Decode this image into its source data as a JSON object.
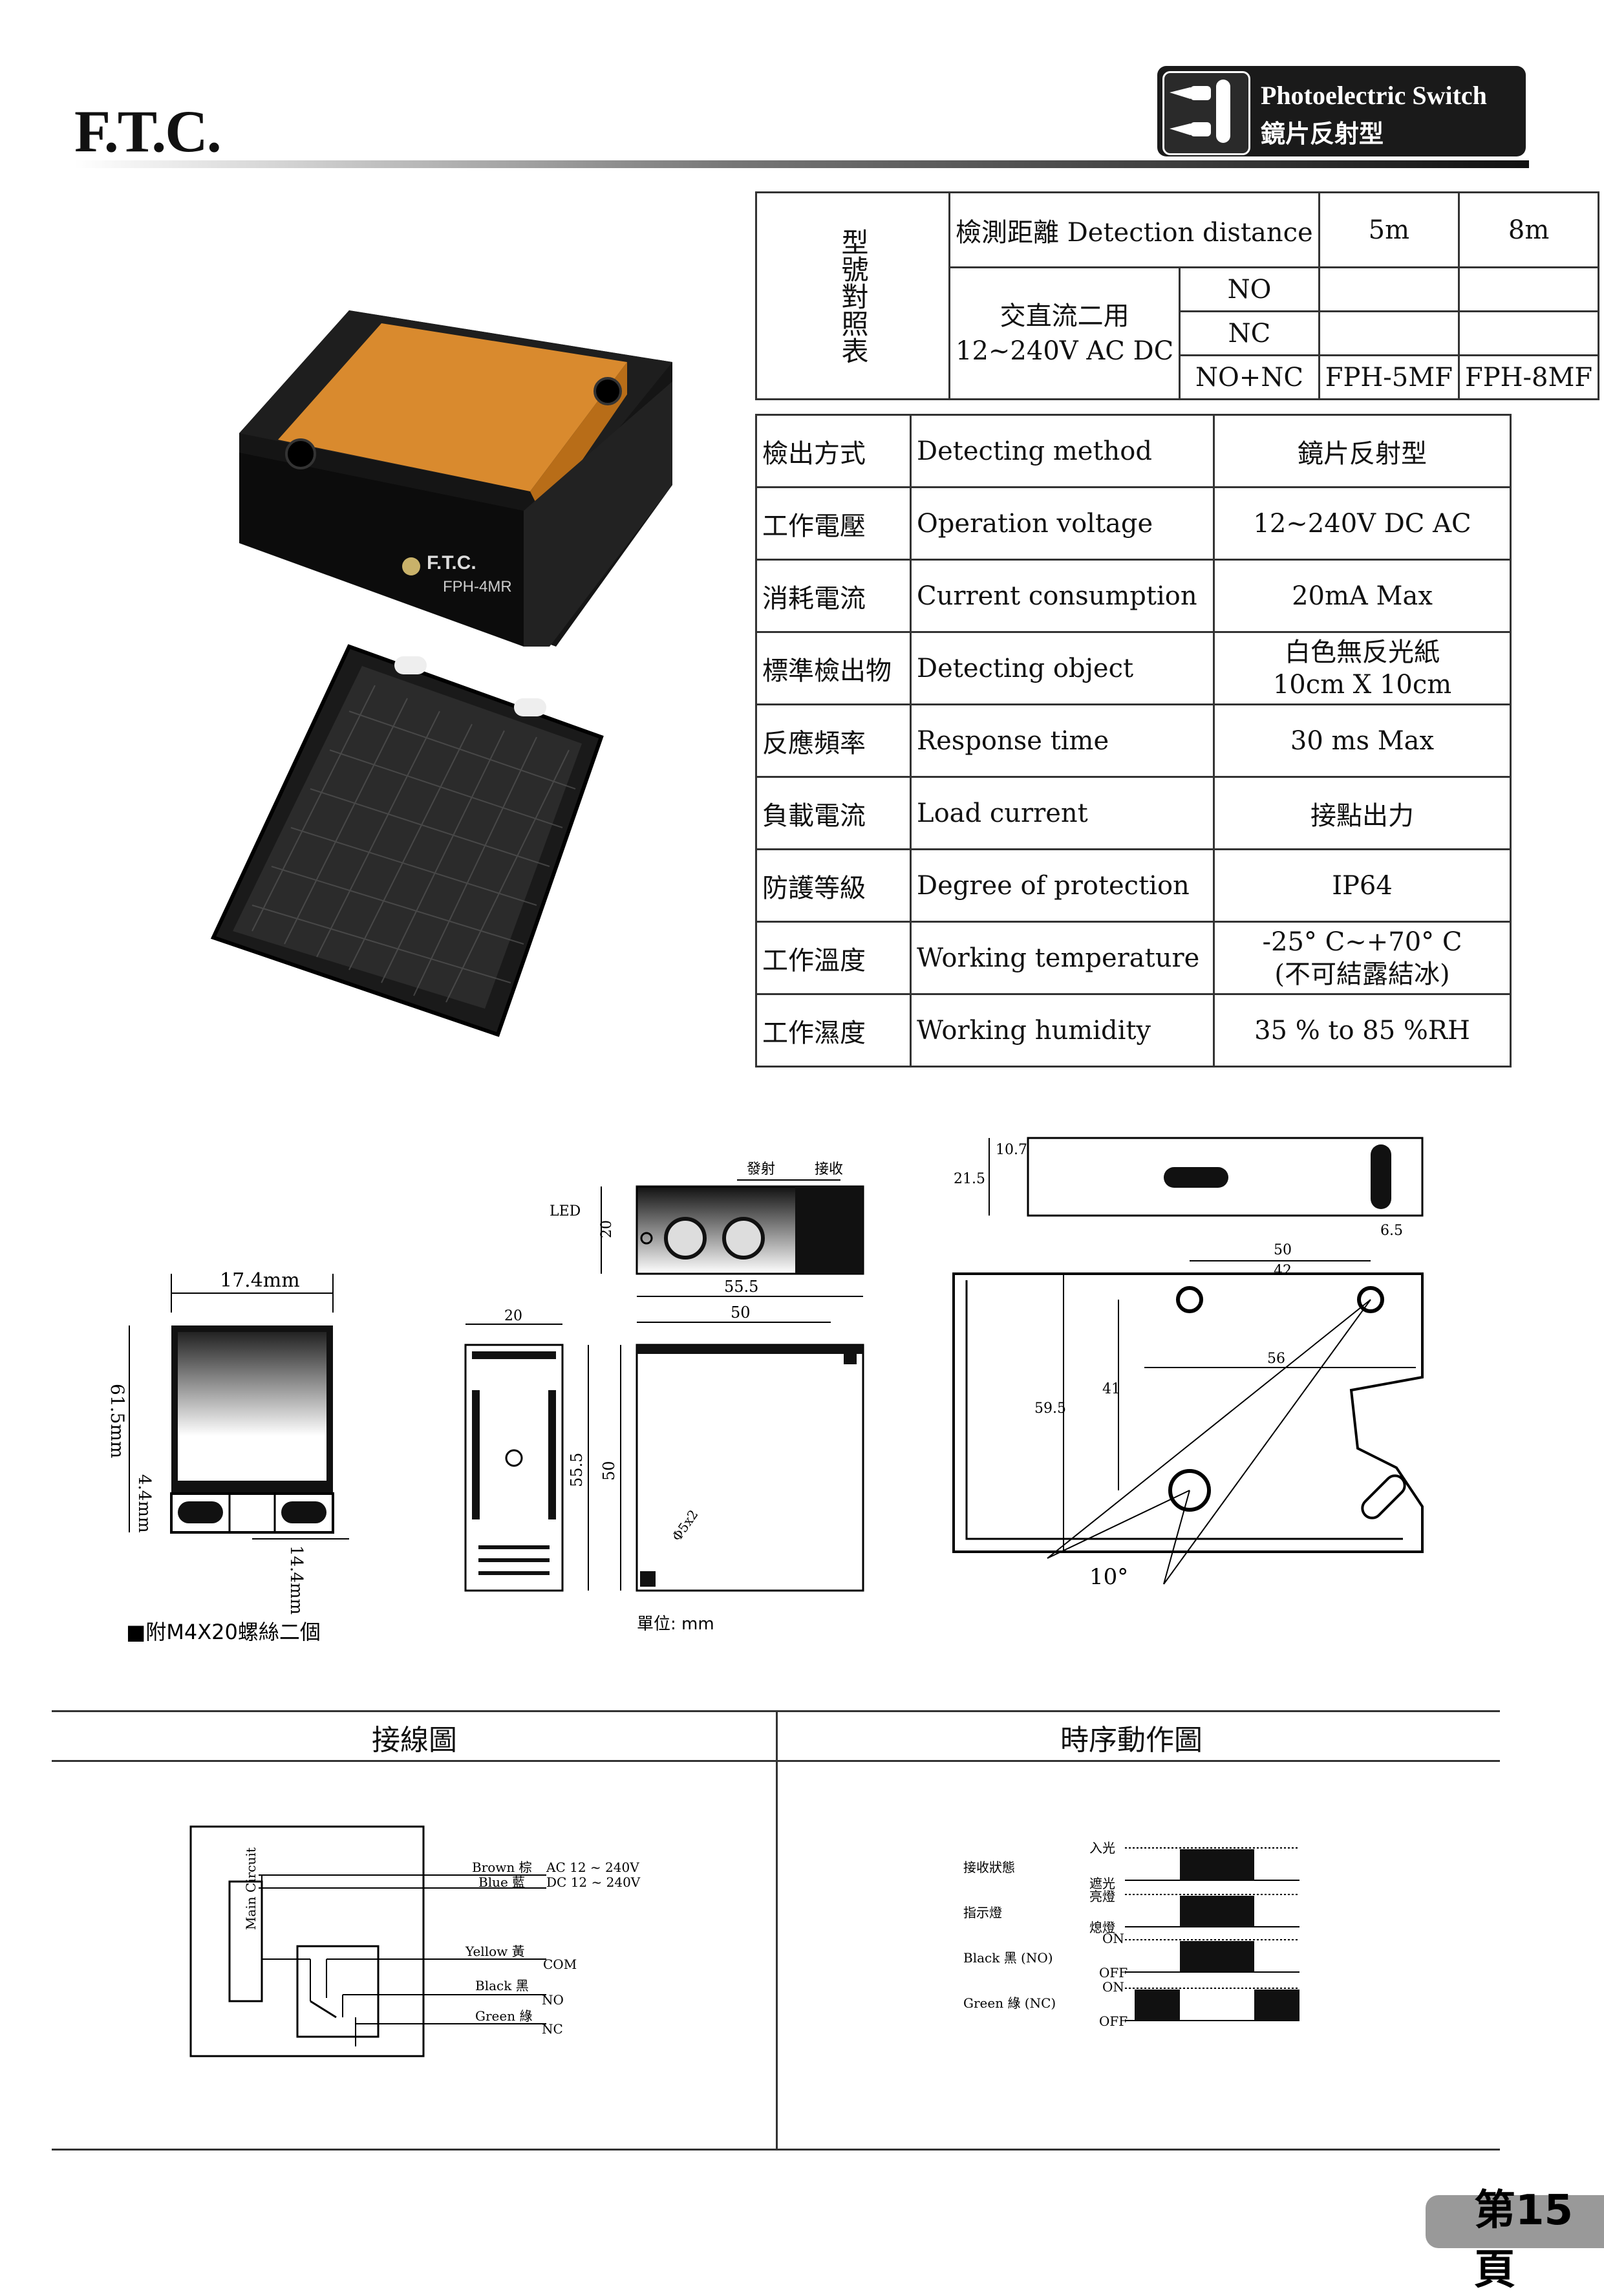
{
  "header": {
    "brand": "F.T.C.",
    "badge_line1": "Photoelectric Switch",
    "badge_line2": "鏡片反射型"
  },
  "model_table": {
    "side_label": "型號對照表",
    "detection_label": "檢測距離 Detection distance",
    "distances": [
      "5m",
      "8m"
    ],
    "power_label_1": "交直流二用",
    "power_label_2": "12~240V AC DC",
    "outputs": [
      "NO",
      "NC",
      "NO+NC"
    ],
    "models_nonc": [
      "FPH-5MF",
      "FPH-8MF"
    ]
  },
  "spec_table": [
    {
      "zh": "檢出方式",
      "en": "Detecting method",
      "value": "鏡片反射型"
    },
    {
      "zh": "工作電壓",
      "en": "Operation voltage",
      "value": "12~240V DC AC"
    },
    {
      "zh": "消耗電流",
      "en": "Current consumption",
      "value": "20mA  Max"
    },
    {
      "zh": "標準檢出物",
      "en": "Detecting object",
      "value": "白色無反光紙",
      "value2": "10cm X 10cm"
    },
    {
      "zh": "反應頻率",
      "en": "Response time",
      "value": "30 ms Max"
    },
    {
      "zh": "負載電流",
      "en": "Load current",
      "value": "接點出力"
    },
    {
      "zh": "防護等級",
      "en": "Degree of protection",
      "value": "IP64"
    },
    {
      "zh": "工作溫度",
      "en": "Working temperature",
      "value": "-25° C~+70° C",
      "value2": "(不可結露結冰)"
    },
    {
      "zh": "工作濕度",
      "en": "Working humidity",
      "value": "35 % to 85 %RH"
    }
  ],
  "photo": {
    "label_brand": "F.T.C.",
    "label_model": "FPH-4MR"
  },
  "dims_front": {
    "width": "17.4mm",
    "height": "61.5mm",
    "slot": "4.4mm",
    "slot2": "14.4mm",
    "note": "■附M4X20螺絲二個"
  },
  "dims_side": {
    "led": "LED",
    "emit": "發射",
    "recv": "接收",
    "d20a": "20",
    "d20b": "20",
    "d555a": "55.5",
    "d50a": "50",
    "d555b": "55.5",
    "d50b": "50",
    "hole": "Φ5x2",
    "unit": "單位: mm"
  },
  "dims_bracket": {
    "d107": "10.7",
    "d215": "21.5",
    "d50": "50",
    "d42": "42",
    "d65": "6.5",
    "d56": "56",
    "d41": "41",
    "d595": "59.5",
    "angle": "10°"
  },
  "sections": {
    "wiring": "接線圖",
    "timing": "時序動作圖"
  },
  "wiring": {
    "main": "Main Circuit",
    "brown": "Brown 棕",
    "blue": "Blue 藍",
    "ac": "AC 12 ~ 240V",
    "dc": "DC 12 ~ 240V",
    "yellow": "Yellow 黃",
    "com": "COM",
    "black": "Black 黑",
    "no": "NO",
    "green": "Green 綠",
    "nc": "NC"
  },
  "timing": {
    "recv_state": "接收狀態",
    "light_in": "入光",
    "light_block": "遮光",
    "indicator": "指示燈",
    "lamp_on": "亮燈",
    "lamp_off": "熄燈",
    "black_no": "Black 黑 (NO)",
    "green_nc": "Green 綠 (NC)",
    "on": "ON",
    "off": "OFF"
  },
  "footer": {
    "page": "第15頁"
  }
}
